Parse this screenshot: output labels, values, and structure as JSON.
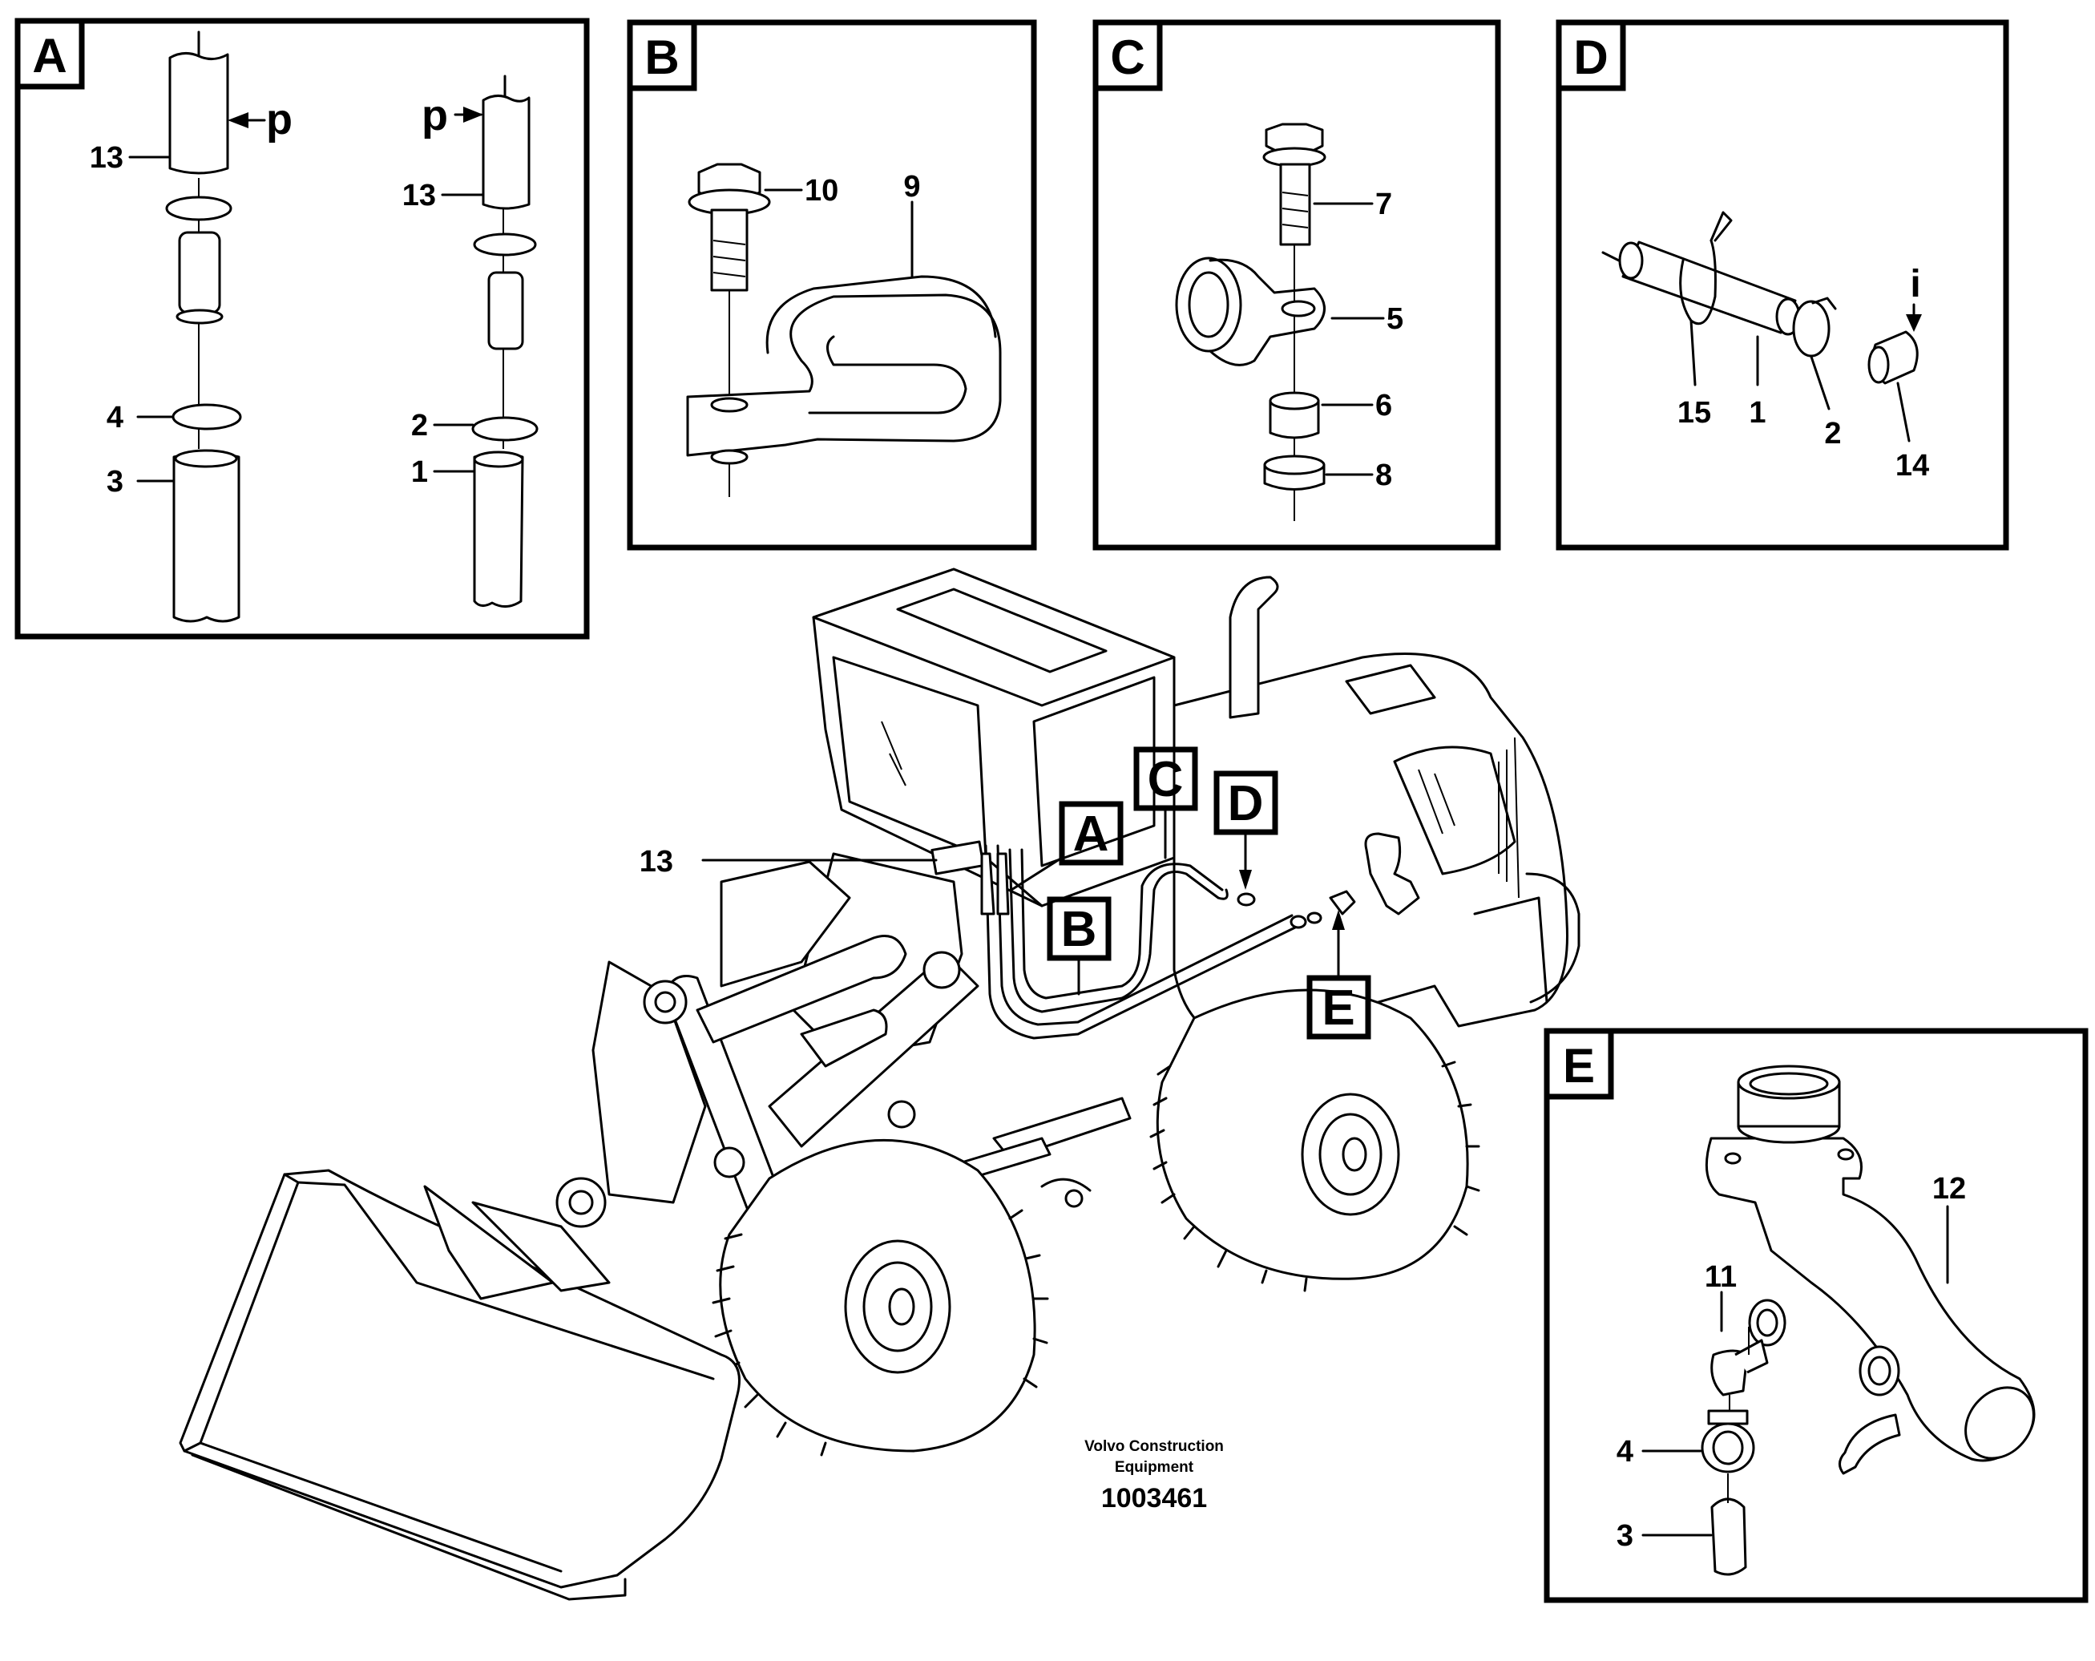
{
  "panels": {
    "A": {
      "letter": "A",
      "labels": [
        "13",
        "p",
        "4",
        "3",
        "p",
        "13",
        "2",
        "1"
      ]
    },
    "B": {
      "letter": "B",
      "labels": [
        "10",
        "9"
      ]
    },
    "C": {
      "letter": "C",
      "labels": [
        "7",
        "5",
        "6",
        "8"
      ]
    },
    "D": {
      "letter": "D",
      "labels": [
        "i",
        "15",
        "1",
        "2",
        "14"
      ]
    },
    "E": {
      "letter": "E",
      "labels": [
        "12",
        "11",
        "4",
        "3"
      ]
    }
  },
  "main_view": {
    "part_label": "13",
    "callouts": [
      "A",
      "B",
      "C",
      "D",
      "E"
    ]
  },
  "footer": {
    "company_line1": "Volvo Construction",
    "company_line2": "Equipment",
    "drawing_number": "1003461"
  }
}
